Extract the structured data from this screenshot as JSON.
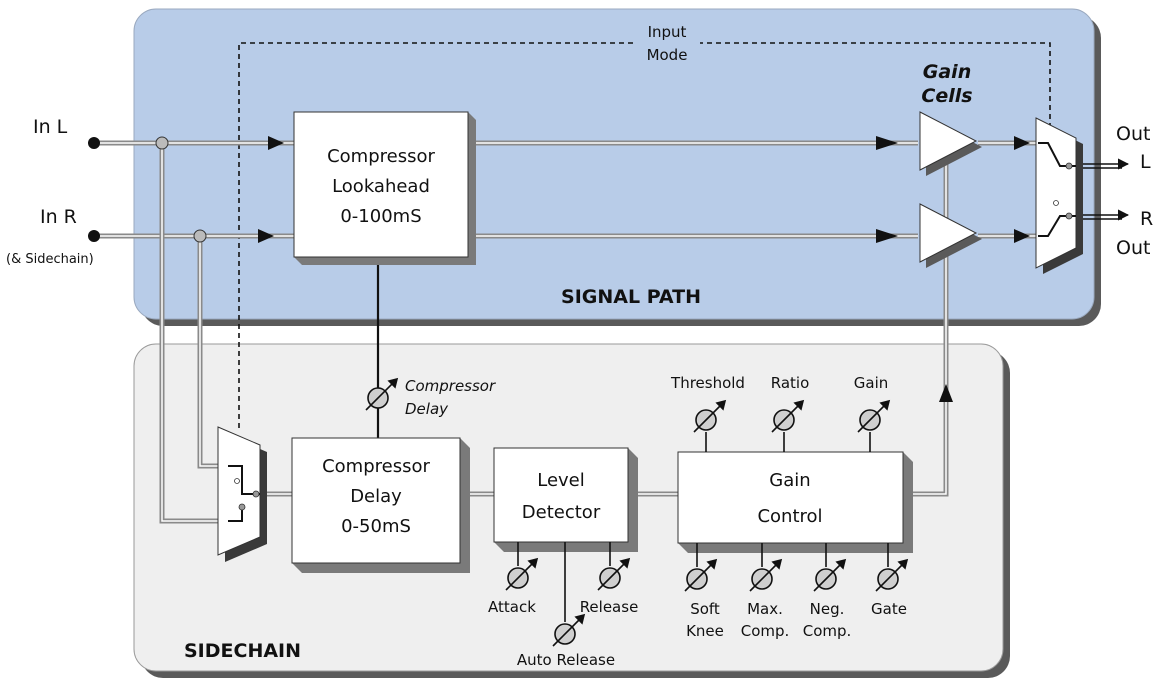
{
  "regions": {
    "signal_path": "SIGNAL PATH",
    "sidechain": "SIDECHAIN"
  },
  "inputs": {
    "in_l": "In L",
    "in_r": "In R",
    "in_r_note": "(& Sidechain)"
  },
  "outputs": {
    "out_l_word": "Out",
    "out_l_letter": "L",
    "out_r_letter": "R",
    "out_r_word": "Out"
  },
  "input_mode": {
    "line1": "Input",
    "line2": "Mode"
  },
  "gain_cells": {
    "line1": "Gain",
    "line2": "Cells"
  },
  "blocks": {
    "lookahead": [
      "Compressor",
      "Lookahead",
      "0-100mS"
    ],
    "delay": [
      "Compressor",
      "Delay",
      "0-50mS"
    ],
    "detector": [
      "Level",
      "Detector"
    ],
    "gain_control": [
      "Gain",
      "Control"
    ]
  },
  "controls": {
    "compressor_delay": [
      "Compressor",
      "Delay"
    ],
    "threshold": "Threshold",
    "ratio": "Ratio",
    "gain": "Gain",
    "attack": "Attack",
    "release": "Release",
    "auto_release": "Auto Release",
    "soft_knee": [
      "Soft",
      "Knee"
    ],
    "max_comp": [
      "Max.",
      "Comp."
    ],
    "neg_comp": [
      "Neg.",
      "Comp."
    ],
    "gate": "Gate"
  },
  "colors": {
    "signal_path_fill": "#b8cce8",
    "sidechain_fill": "#efefef",
    "block_fill": "#ffffff",
    "shadow": "#7a7a7a",
    "pot_fill": "#cfcfcf",
    "wire": "#8a8a8a"
  }
}
